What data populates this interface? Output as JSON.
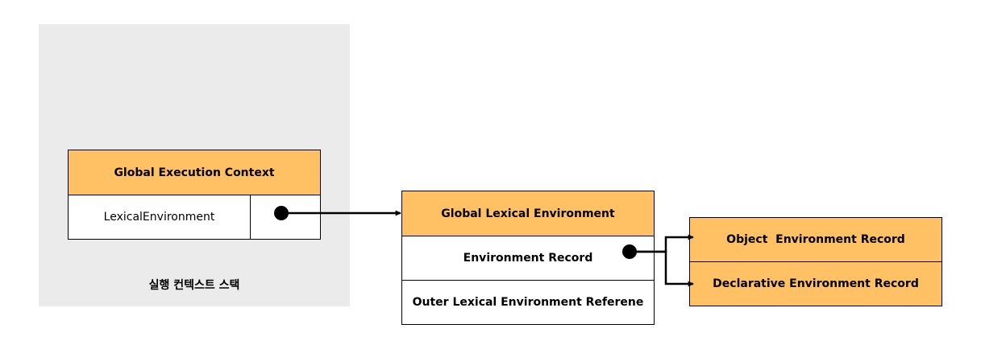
{
  "stack_label": "실행 컨텍스트 스택",
  "global_execution_context": {
    "title": "Global Execution Context",
    "lexical_environment": "LexicalEnvironment"
  },
  "global_lexical_environment": {
    "title": "Global Lexical Environment",
    "environment_record": "Environment Record",
    "outer": "Outer Lexical Environment Referene"
  },
  "records": {
    "object": "Object  Environment Record",
    "declarative": "Declarative Environment Record"
  },
  "colors": {
    "header": "#ffc163",
    "stack_background": "#ebebeb"
  }
}
